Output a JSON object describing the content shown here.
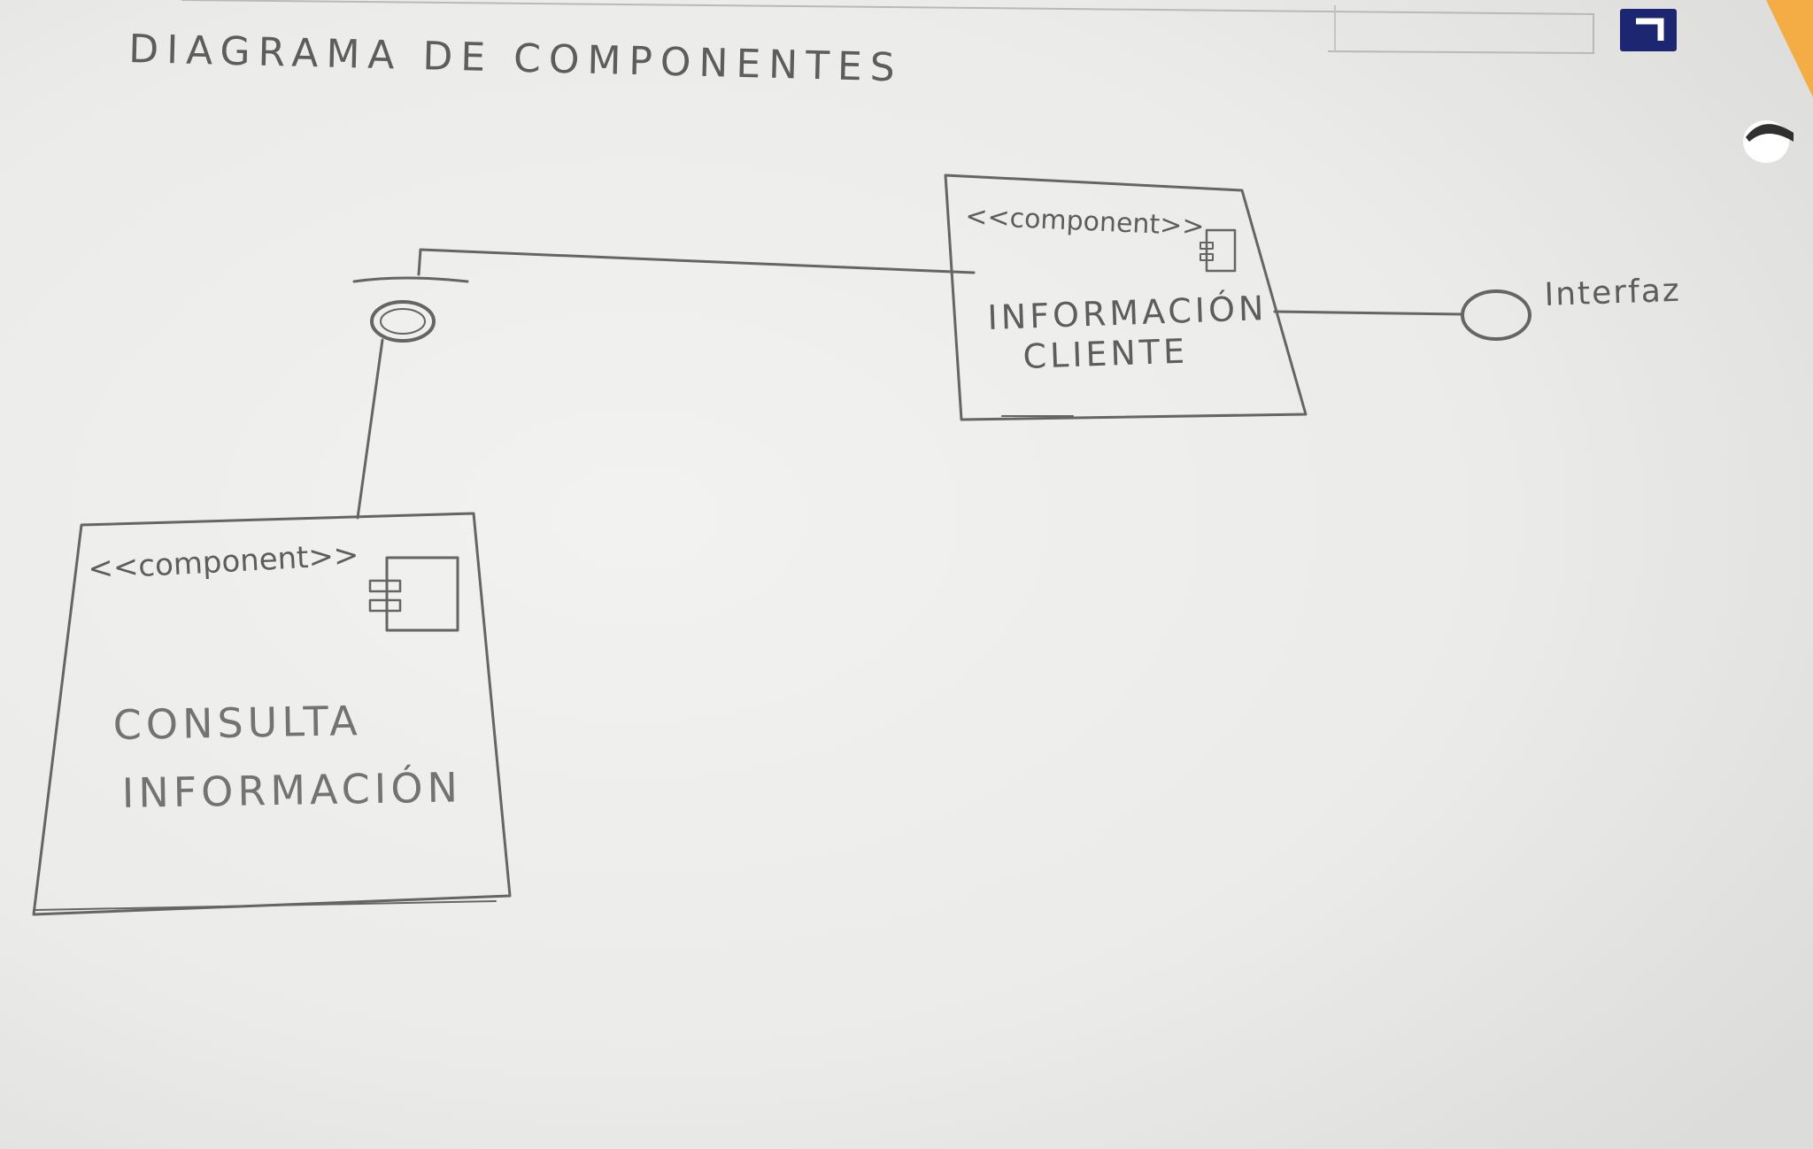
{
  "title": "DIAGRAMA DE COMPONENTES",
  "components": [
    {
      "id": "informacion-cliente",
      "stereotype": "<<component>>",
      "name_lines": [
        "INFORMACIÓN",
        "CLIENTE"
      ]
    },
    {
      "id": "consulta-informacion",
      "stereotype": "<<component>>",
      "name_lines": [
        "CONSULTA",
        "INFORMACIÓN"
      ]
    }
  ],
  "interfaces": [
    {
      "id": "interfaz",
      "label": "Interfaz"
    }
  ],
  "colors": {
    "paper": "#eeeeec",
    "pencil": "#656565",
    "orange_edge": "#f4ac45",
    "logo_blue": "#1d2670"
  },
  "icons": [
    "component-icon",
    "logo-icon"
  ]
}
